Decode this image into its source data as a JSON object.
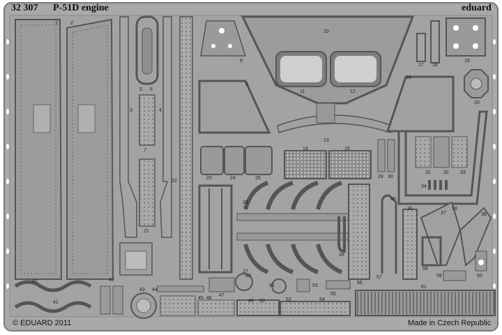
{
  "header": {
    "product_code": "32 307",
    "product_title": "P-51D engine",
    "brand": "eduard"
  },
  "footer": {
    "copyright": "© EDUARD 2011",
    "made_in": "Made in Czech Republic"
  },
  "part_numbers": [
    "1",
    "2",
    "3",
    "4",
    "5",
    "6",
    "7",
    "8",
    "9",
    "10",
    "11",
    "12",
    "13",
    "14",
    "15",
    "16",
    "17",
    "18",
    "19",
    "20",
    "21",
    "22",
    "23",
    "24",
    "25",
    "26",
    "27",
    "28",
    "29",
    "30",
    "31",
    "32",
    "33",
    "34",
    "35",
    "36",
    "37",
    "38",
    "39",
    "40",
    "41",
    "42",
    "43",
    "44",
    "45",
    "46",
    "47",
    "48",
    "49",
    "50",
    "51",
    "52",
    "53",
    "54",
    "55",
    "56",
    "57",
    "58",
    "59",
    "60",
    "61"
  ],
  "colors": {
    "fret_background": "#ffffff",
    "metal": "#a9a9a9",
    "metal_dark": "#6e6e6e",
    "metal_light": "#d2d2d2",
    "text": "#111111"
  }
}
